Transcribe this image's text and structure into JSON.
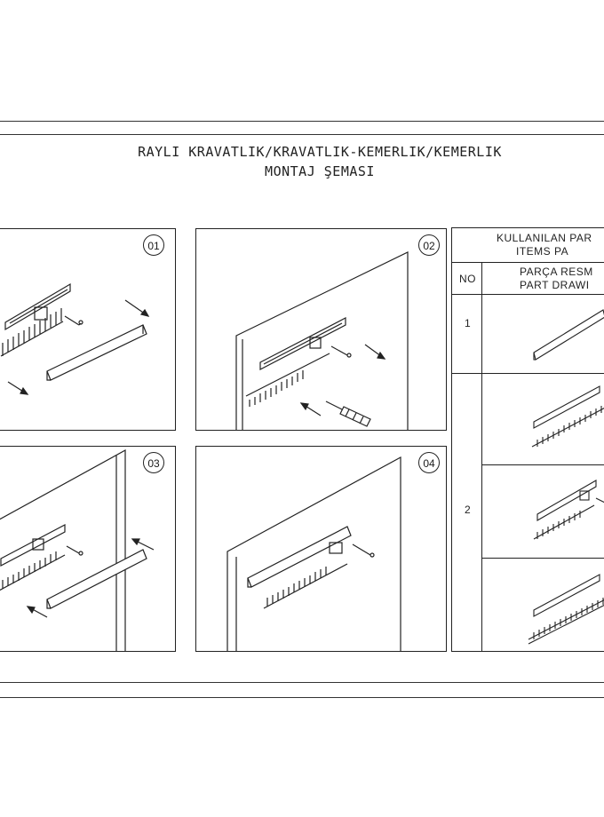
{
  "title": {
    "line1": "RAYLI KRAVATLIK/KRAVATLIK-KEMERLIK/KEMERLIK",
    "line2": "MONTAJ ŞEMASI"
  },
  "steps": [
    "01",
    "02",
    "03",
    "04"
  ],
  "parts_table": {
    "header_tr": "KULLANILAN PAR",
    "header_en": "ITEMS PA",
    "col_no": "NO",
    "col_drawing_tr": "PARÇA RESM",
    "col_drawing_en": "PART DRAWI",
    "rows": [
      {
        "no": "1"
      },
      {
        "no": "2"
      }
    ]
  }
}
